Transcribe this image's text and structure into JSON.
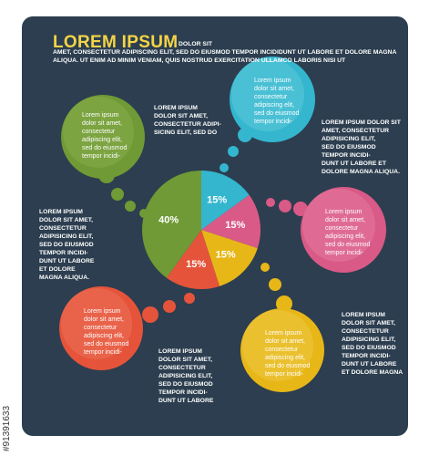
{
  "title": "LOREM IPSUM",
  "intro_first": "DOLOR SIT",
  "intro_rest": "AMET, CONSECTETUR ADIPISCING ELIT, SED DO EIUSMOD TEMPOR INCIDIDUNT UT LABORE ET DOLORE MAGNA ALIQUA. UT ENIM AD MINIM VENIAM, QUIS NOSTRUD EXERCITATION ULLAMCO LABORIS NISI UT",
  "colors": {
    "background": "#2c3e4f",
    "title": "#f4d447",
    "blue": "#34b6cf",
    "pink": "#d95a87",
    "yellow": "#e7b718",
    "red": "#e5543a",
    "green": "#6f9a35"
  },
  "chart_data": {
    "type": "pie",
    "slices": [
      {
        "label": "15%",
        "value": 15,
        "color": "#34b6cf"
      },
      {
        "label": "15%",
        "value": 15,
        "color": "#d95a87"
      },
      {
        "label": "15%",
        "value": 15,
        "color": "#e7b718"
      },
      {
        "label": "15%",
        "value": 15,
        "color": "#e5543a"
      },
      {
        "label": "40%",
        "value": 40,
        "color": "#6f9a35"
      }
    ]
  },
  "bubbles": {
    "blue": "Lorem ipsum\ndolor sit amet,\nconsectetur\nadipiscing elit,\nsed do eiusmod\ntempor incidi-",
    "green": "Lorem ipsum\ndolor sit amet,\nconsectetur\nadipiscing elit,\nsed do eiusmod\ntempor incidi-",
    "pink": "Lorem ipsum\ndolor sit amet,\nconsectetur\nadipiscing elit,\nsed do eiusmod\ntempor incidi-",
    "red": "Lorem ipsum\ndolor sit amet,\nconsectetur\nadipiscing elit,\nsed do eiusmod\ntempor incidi-",
    "yellow": "Lorem ipsum\ndolor sit amet,\nconsectetur\nadipiscing elit,\nsed do eiusmod\ntempor incidi-"
  },
  "captions": {
    "green_right": "LOREM IPSUM\nDOLOR SIT AMET,\nCONSECTETUR ADIPI-\nSICING ELIT, SED DO",
    "blue_right": "LOREM IPSUM   DOLOR SIT\nAMET, CONSECTETUR\nADIPISICING ELIT,\nSED DO EIUSMOD\nTEMPOR INCIDI-\nDUNT UT LABORE ET\nDOLORE MAGNA ALIQUA.",
    "left_middle": "LOREM IPSUM\nDOLOR SIT AMET,\nCONSECTETUR\nADIPISICING ELIT,\nSED DO EIUSMOD\nTEMPOR INCIDI-\nDUNT UT LABORE\nET DOLORE\nMAGNA ALIQUA.",
    "bottom_center": "LOREM IPSUM\nDOLOR SIT AMET,\nCONSECTETUR\nADIPISICING ELIT,\nSED DO EIUSMOD\nTEMPOR INCIDI-\nDUNT UT LABORE",
    "right_bottom": "LOREM IPSUM\nDOLOR SIT AMET,\nCONSECTETUR\nADIPISICING ELIT,\nSED DO EIUSMOD\nTEMPOR INCIDI-\nDUNT UT LABORE\nET DOLORE MAGNA"
  },
  "credit": "#91391633"
}
